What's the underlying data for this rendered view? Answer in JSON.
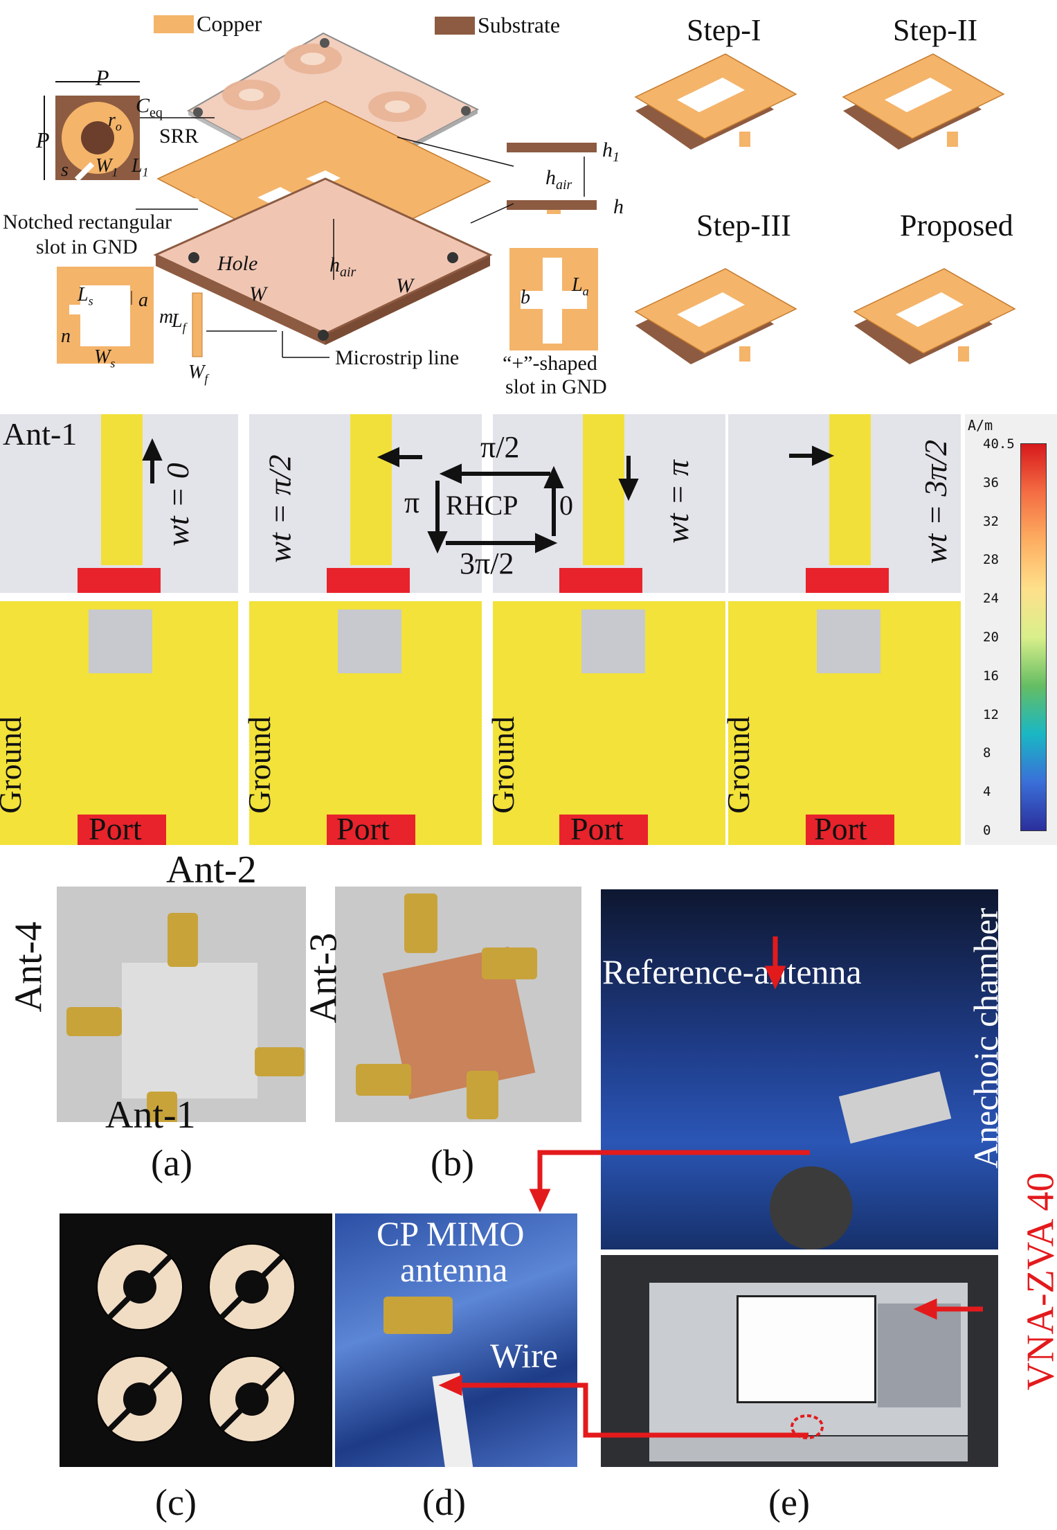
{
  "legend": {
    "copper": "Copper",
    "substrate": "Substrate"
  },
  "structure": {
    "P_top": "P",
    "P_left": "P",
    "c_eq": "C",
    "c_eq_sub": "eq",
    "r": "r",
    "r_sub": "o",
    "srr": "SRR",
    "s": "s",
    "w1": "W",
    "w1_sub": "1",
    "l1": "L",
    "l1_sub": "1",
    "h1": "h",
    "h1_sub": "1",
    "h_air": "h",
    "h_air_sub": "air",
    "h": "h",
    "notched_line1": "Notched rectangular",
    "notched_line2": "slot in GND",
    "hole": "Hole",
    "W_a": "W",
    "W_b": "W",
    "h_air2": "h",
    "h_air2_sub": "air",
    "Ls": "L",
    "Ls_sub": "s",
    "a": "a",
    "m": "m",
    "n": "n",
    "Ws": "W",
    "Ws_sub": "s",
    "Lf": "L",
    "Lf_sub": "f",
    "Wf": "W",
    "Wf_sub": "f",
    "microstrip": "Microstrip line",
    "b": "b",
    "La": "L",
    "La_sub": "a",
    "plus_line1": "“+”-shaped",
    "plus_line2": "slot in GND"
  },
  "steps": [
    "Step-I",
    "Step-II",
    "Step-III",
    "Proposed"
  ],
  "current": {
    "ant_label": "Ant-1",
    "phases": [
      "wt = 0",
      "wt = π/2",
      "wt = π",
      "wt = 3π/2"
    ],
    "rhcp": "RHCP",
    "rhcp_top": "π/2",
    "rhcp_left": "π",
    "rhcp_right": "0",
    "rhcp_bottom": "3π/2",
    "ground": "Ground",
    "port": "Port"
  },
  "colorbar": {
    "unit": "A/m",
    "ticks": [
      "40.5",
      "36",
      "32",
      "28",
      "24",
      "20",
      "16",
      "12",
      "8",
      "4",
      "0"
    ],
    "colors": [
      "#d7191c",
      "#f46d43",
      "#fdae61",
      "#fee08b",
      "#d9ef8b",
      "#66bd63",
      "#1ab7c4",
      "#3a6fd8",
      "#2b2f9c"
    ]
  },
  "photos": {
    "ant1": "Ant-1",
    "ant2": "Ant-2",
    "ant3": "Ant-3",
    "ant4": "Ant-4",
    "reference": "Reference-antenna",
    "chamber": "Anechoic chamber",
    "cp_mimo_line1": "CP MIMO",
    "cp_mimo_line2": "antenna",
    "wire": "Wire",
    "vna": "VNA-ZVA 40",
    "captions": [
      "(a)",
      "(b)",
      "(c)",
      "(d)",
      "(e)"
    ]
  }
}
